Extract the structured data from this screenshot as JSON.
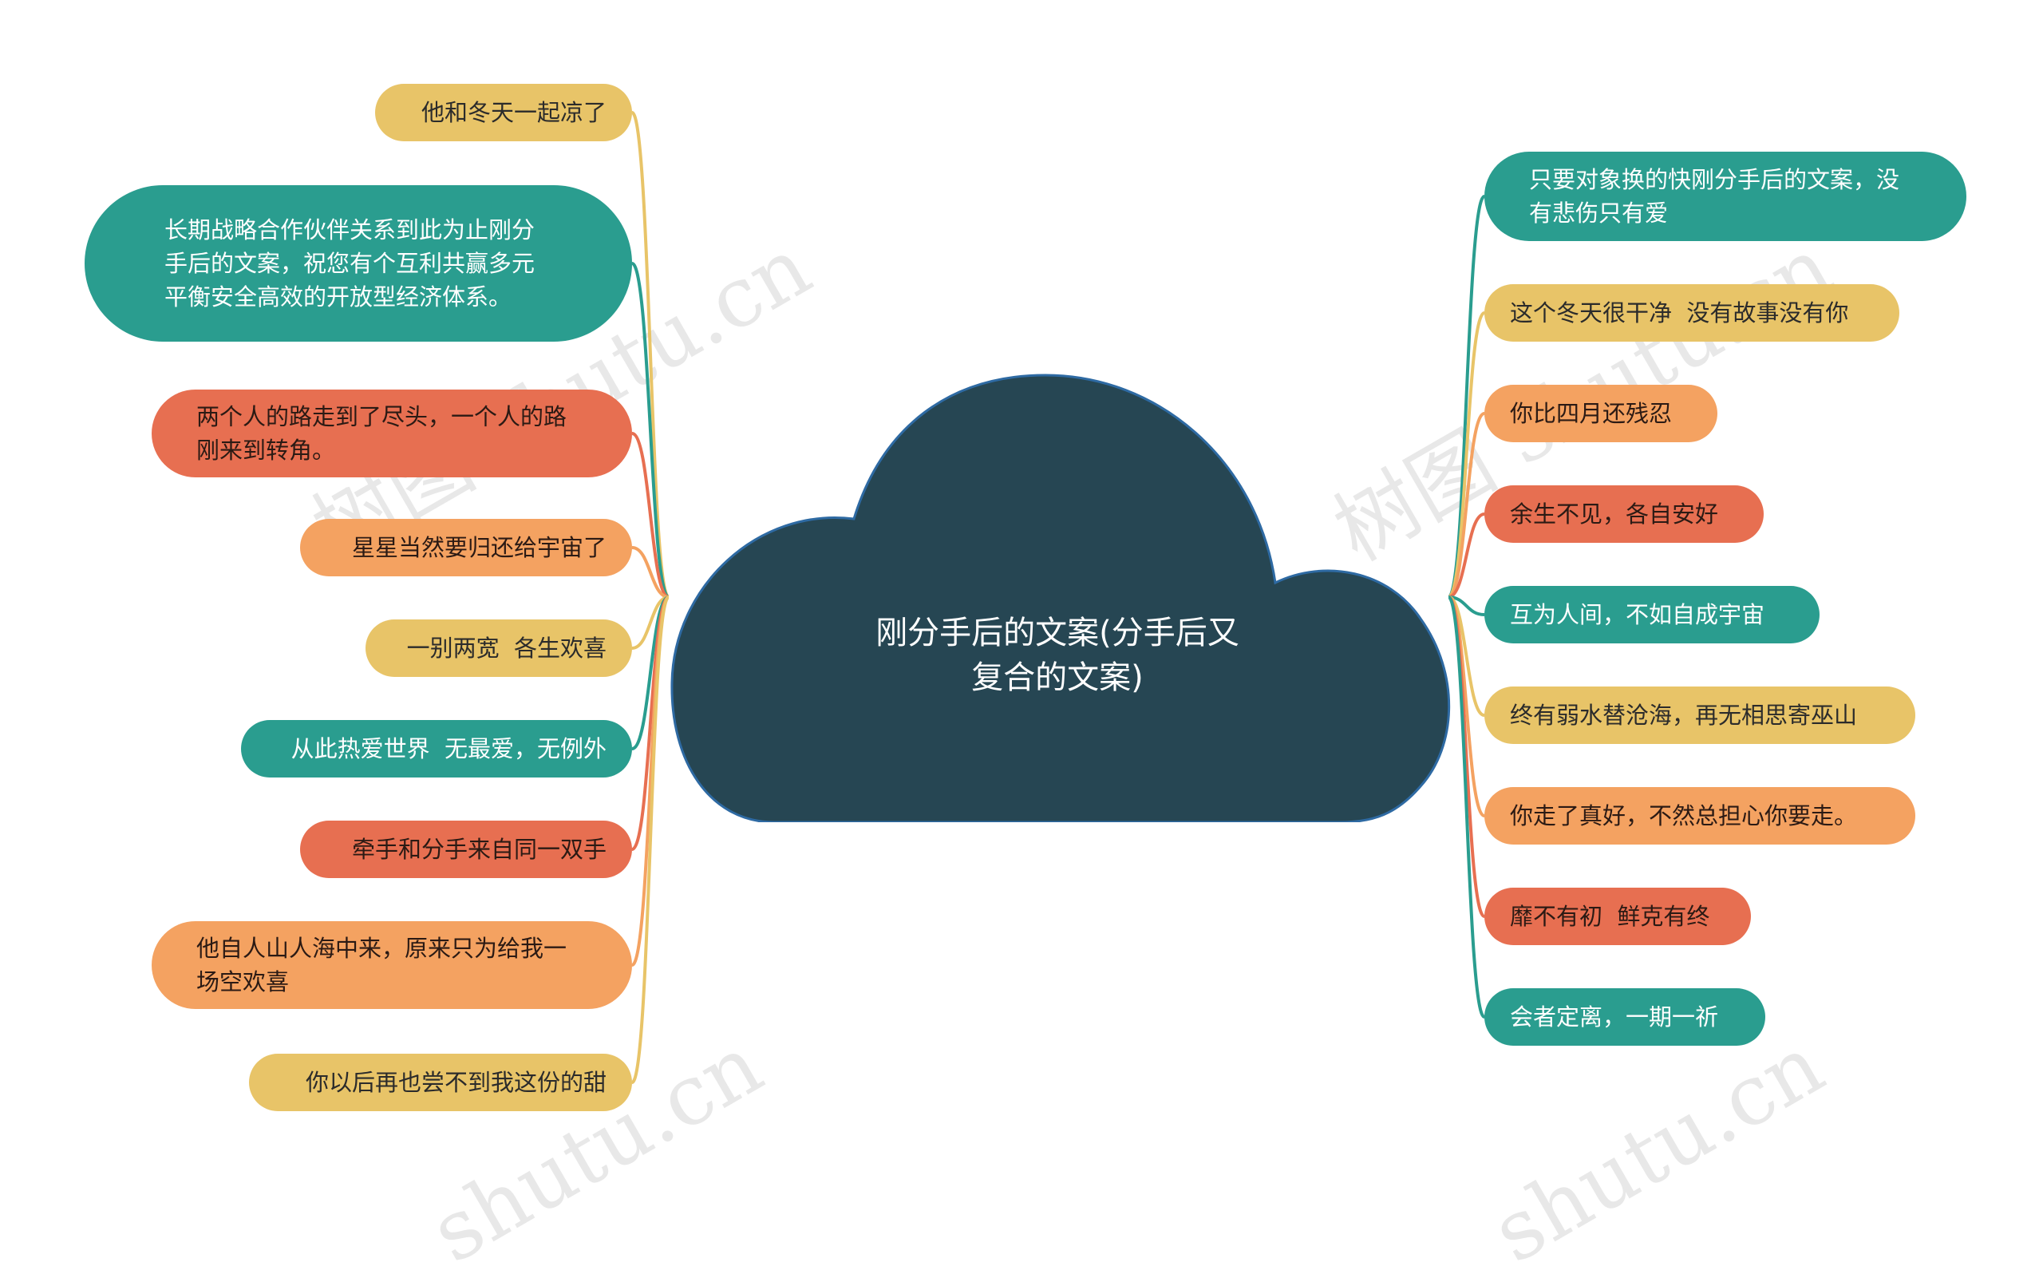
{
  "mindmap": {
    "central_topic": "刚分手后的文案(分手后又复合的文案)",
    "left_branches": [
      {
        "id": "l1",
        "text": "他和冬天一起凉了",
        "color": "yellow"
      },
      {
        "id": "l2",
        "text": "长期战略合作伙伴关系到此为止刚分手后的文案，祝您有个互利共赢多元平衡安全高效的开放型经济体系。",
        "color": "teal"
      },
      {
        "id": "l3",
        "text": "两个人的路走到了尽头，一个人的路刚来到转角。",
        "color": "red"
      },
      {
        "id": "l4",
        "text": "星星当然要归还给宇宙了",
        "color": "orange"
      },
      {
        "id": "l5",
        "text": "一别两宽  各生欢喜",
        "color": "yellow"
      },
      {
        "id": "l6",
        "text": "从此热爱世界  无最爱，无例外",
        "color": "teal"
      },
      {
        "id": "l7",
        "text": "牵手和分手来自同一双手",
        "color": "red"
      },
      {
        "id": "l8",
        "text": "他自人山人海中来，原来只为给我一场空欢喜",
        "color": "orange"
      },
      {
        "id": "l9",
        "text": "你以后再也尝不到我这份的甜",
        "color": "yellow"
      }
    ],
    "right_branches": [
      {
        "id": "r1",
        "text": "只要对象换的快刚分手后的文案，没有悲伤只有爱",
        "color": "teal"
      },
      {
        "id": "r2",
        "text": "这个冬天很干净  没有故事没有你",
        "color": "yellow"
      },
      {
        "id": "r3",
        "text": "你比四月还残忍",
        "color": "orange"
      },
      {
        "id": "r4",
        "text": "余生不见，各自安好",
        "color": "red"
      },
      {
        "id": "r5",
        "text": "互为人间，不如自成宇宙",
        "color": "teal"
      },
      {
        "id": "r6",
        "text": "终有弱水替沧海，再无相思寄巫山",
        "color": "yellow"
      },
      {
        "id": "r7",
        "text": "你走了真好，不然总担心你要走。",
        "color": "orange"
      },
      {
        "id": "r8",
        "text": "靡不有初  鲜克有终",
        "color": "red"
      },
      {
        "id": "r9",
        "text": "会者定离，一期一祈",
        "color": "teal"
      }
    ],
    "colors": {
      "yellow": "#e8c468",
      "teal": "#2a9d8f",
      "red": "#e76f51",
      "orange": "#f4a261",
      "cloud": "#264653",
      "cloud_border": "#2e6aa3"
    }
  },
  "watermarks": [
    "树图 shutu.cn",
    "树图 shutu.cn",
    "shutu.cn",
    "shutu.cn"
  ]
}
